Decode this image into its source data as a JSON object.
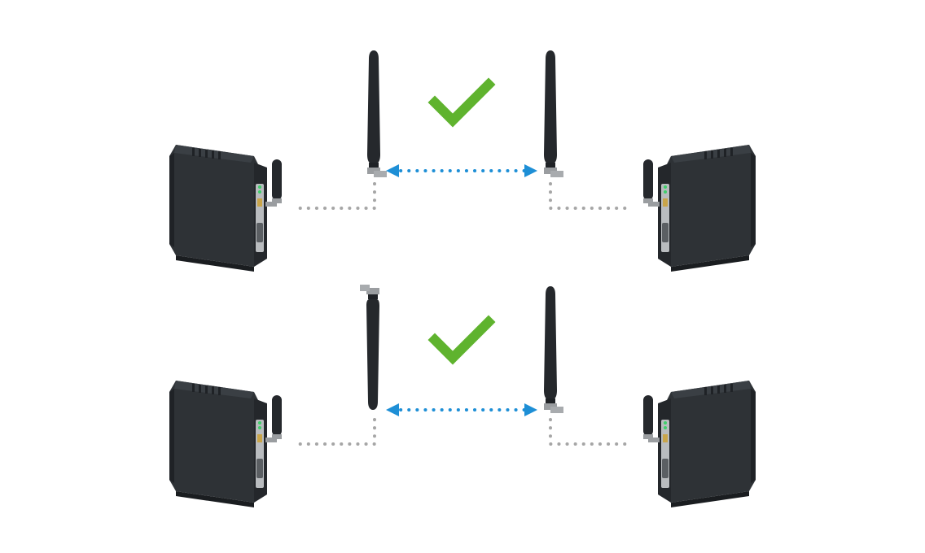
{
  "diagram": {
    "description_text": "",
    "colors": {
      "background": "#ffffff",
      "device_body": "#2e3236",
      "device_dark": "#1f2226",
      "device_light": "#3a3f44",
      "antenna": "#25282c",
      "connector": "#9a9da0",
      "check": "#5fb32e",
      "signal_arrow": "#1e8fd6",
      "cable_dots": "#a6a6a6",
      "led_green": "#3fcf6a"
    },
    "icons": {
      "check": "check-icon",
      "signal_arrow": "double-arrow-icon",
      "device": "din-rail-radio-modem",
      "antenna": "whip-antenna"
    },
    "scenarios": [
      {
        "id": "scenario-1",
        "link_ok": true,
        "left_antenna_orientation": "up",
        "right_antenna_orientation": "up"
      },
      {
        "id": "scenario-2",
        "link_ok": true,
        "left_antenna_orientation": "down",
        "right_antenna_orientation": "up"
      }
    ]
  }
}
